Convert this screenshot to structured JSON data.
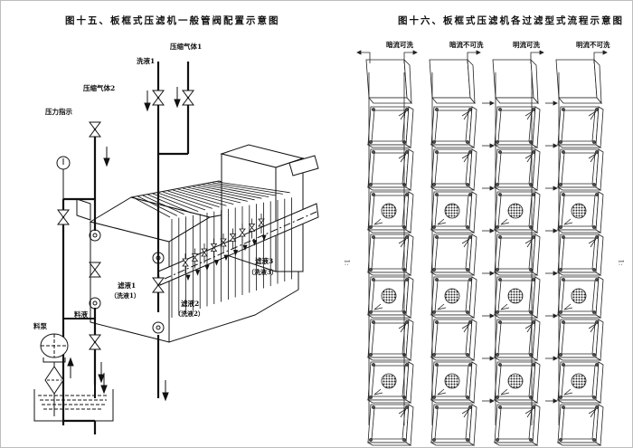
{
  "figure15": {
    "title": "图十五、板框式压滤机一般管阀配置示意图",
    "labels": {
      "compressed_gas_1": "压缩气体1",
      "wash_liquid_1": "洗液1",
      "compressed_gas_2": "压缩气体2",
      "pressure_indicator": "压力指示",
      "filtrate_1": "滤液1",
      "wash_1": "（洗液1）",
      "filtrate_2": "滤液2",
      "wash_2": "（洗液2）",
      "filtrate_3": "滤液3",
      "wash_3": "（洗液3）",
      "feed_liquid": "料液",
      "feed_pump": "料泵"
    }
  },
  "figure16": {
    "title": "图十六、板框式压滤机各过滤型式流程示意图",
    "columns": [
      {
        "label": "暗流可洗",
        "hatched_rows": [
          2,
          4,
          6
        ]
      },
      {
        "label": "暗流不可洗",
        "hatched_rows": [
          2,
          4,
          6
        ]
      },
      {
        "label": "明流可洗",
        "hatched_rows": [
          2,
          4,
          6
        ]
      },
      {
        "label": "明流不可洗",
        "hatched_rows": [
          2,
          4,
          6
        ]
      }
    ],
    "rows": 8,
    "side_marks": [
      "1:",
      "1:"
    ]
  }
}
